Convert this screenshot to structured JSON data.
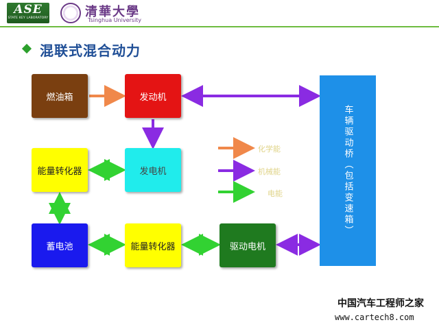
{
  "header": {
    "lab_logo_text": "ASE",
    "lab_logo_subtext": "STATE KEY LABORATORY",
    "university_name_cn": "清華大學",
    "university_name_en": "Tsinghua University"
  },
  "slide": {
    "title": "混联式混合动力"
  },
  "diagram": {
    "nodes": {
      "fuel_tank": "燃油箱",
      "engine": "发动机",
      "converter_left": "能量转化器",
      "generator": "发电机",
      "battery": "蓄电池",
      "converter_bottom": "能量转化器",
      "drive_motor": "驱动电机",
      "vehicle_drive": "车辆驱动桥（包括变速箱）"
    },
    "legend": [
      {
        "label": "化学能",
        "color": "#f0884a"
      },
      {
        "label": "机械能",
        "color": "#8a2be2"
      },
      {
        "label": "电能",
        "color": "#32d232"
      }
    ],
    "colors": {
      "chemical": "#f0884a",
      "mechanical": "#8a2be2",
      "electrical": "#32d232"
    }
  },
  "watermark": {
    "site_name": "中国汽车工程师之家",
    "url": "www.cartech8.com"
  }
}
